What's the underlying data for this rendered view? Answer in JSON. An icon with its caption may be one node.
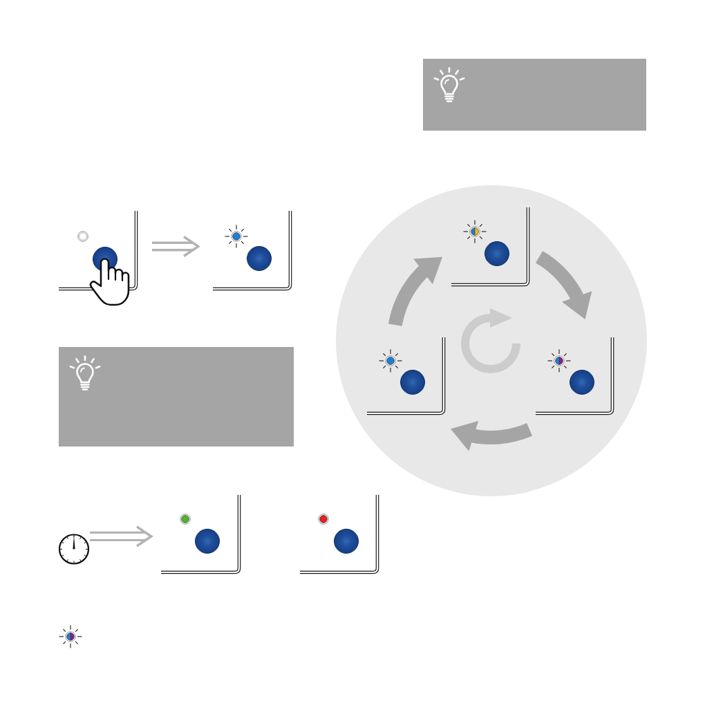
{
  "diagram": {
    "nodes": [
      {
        "text": [],
        "shape": "box"
      },
      {
        "text": [],
        "shape": "picture"
      },
      {
        "text": [],
        "shape": "picture"
      },
      {
        "text": [],
        "shape": "circle"
      },
      {
        "text": [],
        "shape": "picture",
        "in": 3
      },
      {
        "text": [],
        "shape": "picture",
        "in": 3
      },
      {
        "text": [],
        "shape": "picture",
        "in": 3
      },
      {
        "text": [],
        "shape": "box"
      },
      {
        "text": [],
        "shape": "picture"
      },
      {
        "text": [],
        "shape": "picture"
      },
      {
        "text": [],
        "shape": "picture"
      }
    ],
    "edges": [
      {
        "from": 1,
        "to": 2,
        "arrow": "to"
      },
      {
        "from": 5,
        "to": 4,
        "arrow": "to"
      },
      {
        "from": 4,
        "to": 6,
        "arrow": "to"
      },
      {
        "from": 6,
        "to": 5,
        "arrow": "to"
      },
      {
        "from": 8,
        "to": 9,
        "arrow": "to"
      }
    ]
  }
}
